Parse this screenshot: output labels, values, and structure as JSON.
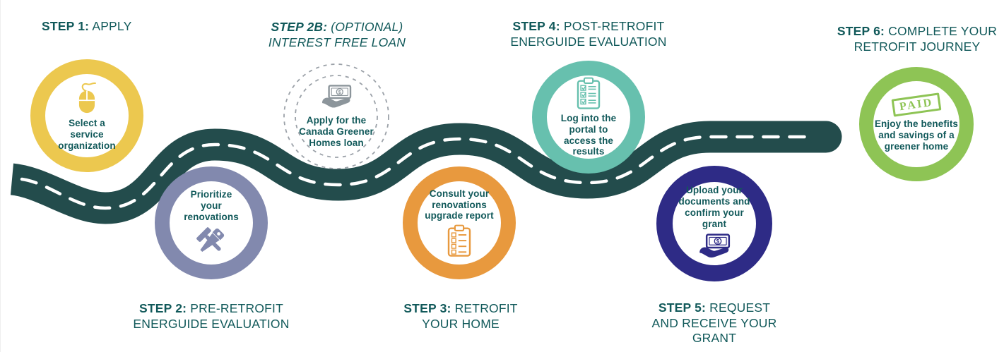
{
  "background": "#FFFFFF",
  "text_color": "#11595A",
  "money_symbol": "$",
  "road": {
    "color": "#234C4C",
    "centerline_color": "#FFFFFF",
    "style": "winding-road-with-dashed-centerline"
  },
  "steps": [
    {
      "name": "step-1",
      "label": {
        "prefix": "STEP 1:",
        "line1": " APPLY"
      },
      "circle_text": "Select a service organization",
      "icon": "computer-mouse-icon",
      "color": "#ECC84F"
    },
    {
      "name": "step-2",
      "label": {
        "prefix": "STEP 2:",
        "line1": " PRE-RETROFIT",
        "line2": "ENERGUIDE EVALUATION"
      },
      "circle_text": "Prioritize your renovations",
      "icon": "hammer-and-saw-icon",
      "color": "#8289AE"
    },
    {
      "name": "step-2b",
      "label": {
        "prefix": "STEP 2B:",
        "line1": " (OPTIONAL)",
        "line2": "INTEREST FREE LOAN"
      },
      "circle_text": "Apply for the Canada Greener Homes loan",
      "icon": "hand-holding-money-icon",
      "color": "#8C959B",
      "ring_style": "dashed",
      "ring_color": "#9BA1A8"
    },
    {
      "name": "step-3",
      "label": {
        "prefix": "STEP 3:",
        "line1": " RETROFIT",
        "line2": "YOUR HOME"
      },
      "circle_text": "Consult your renovations upgrade report",
      "icon": "checklist-clipboard-icon",
      "color": "#E8993E"
    },
    {
      "name": "step-4",
      "label": {
        "prefix": "STEP 4:",
        "line1": " POST-RETROFIT",
        "line2": "ENERGUIDE EVALUATION"
      },
      "circle_text": "Log into the portal to access the results",
      "icon": "checked-clipboard-icon",
      "color": "#67C0AE"
    },
    {
      "name": "step-5",
      "label": {
        "prefix": "STEP 5:",
        "line1": " REQUEST",
        "line2": "AND RECEIVE YOUR",
        "line3": "GRANT"
      },
      "circle_text": "Upload your documents and confirm your grant",
      "icon": "hand-holding-money-icon",
      "color": "#2E2B86"
    },
    {
      "name": "step-6",
      "label": {
        "prefix": "STEP 6:",
        "line1": " COMPLETE YOUR",
        "line2": "RETROFIT JOURNEY"
      },
      "circle_text": "Enjoy the benefits and savings of a greener home",
      "icon": "paid-stamp-icon",
      "color": "#8EC455",
      "stamp_text": "PAID"
    }
  ]
}
